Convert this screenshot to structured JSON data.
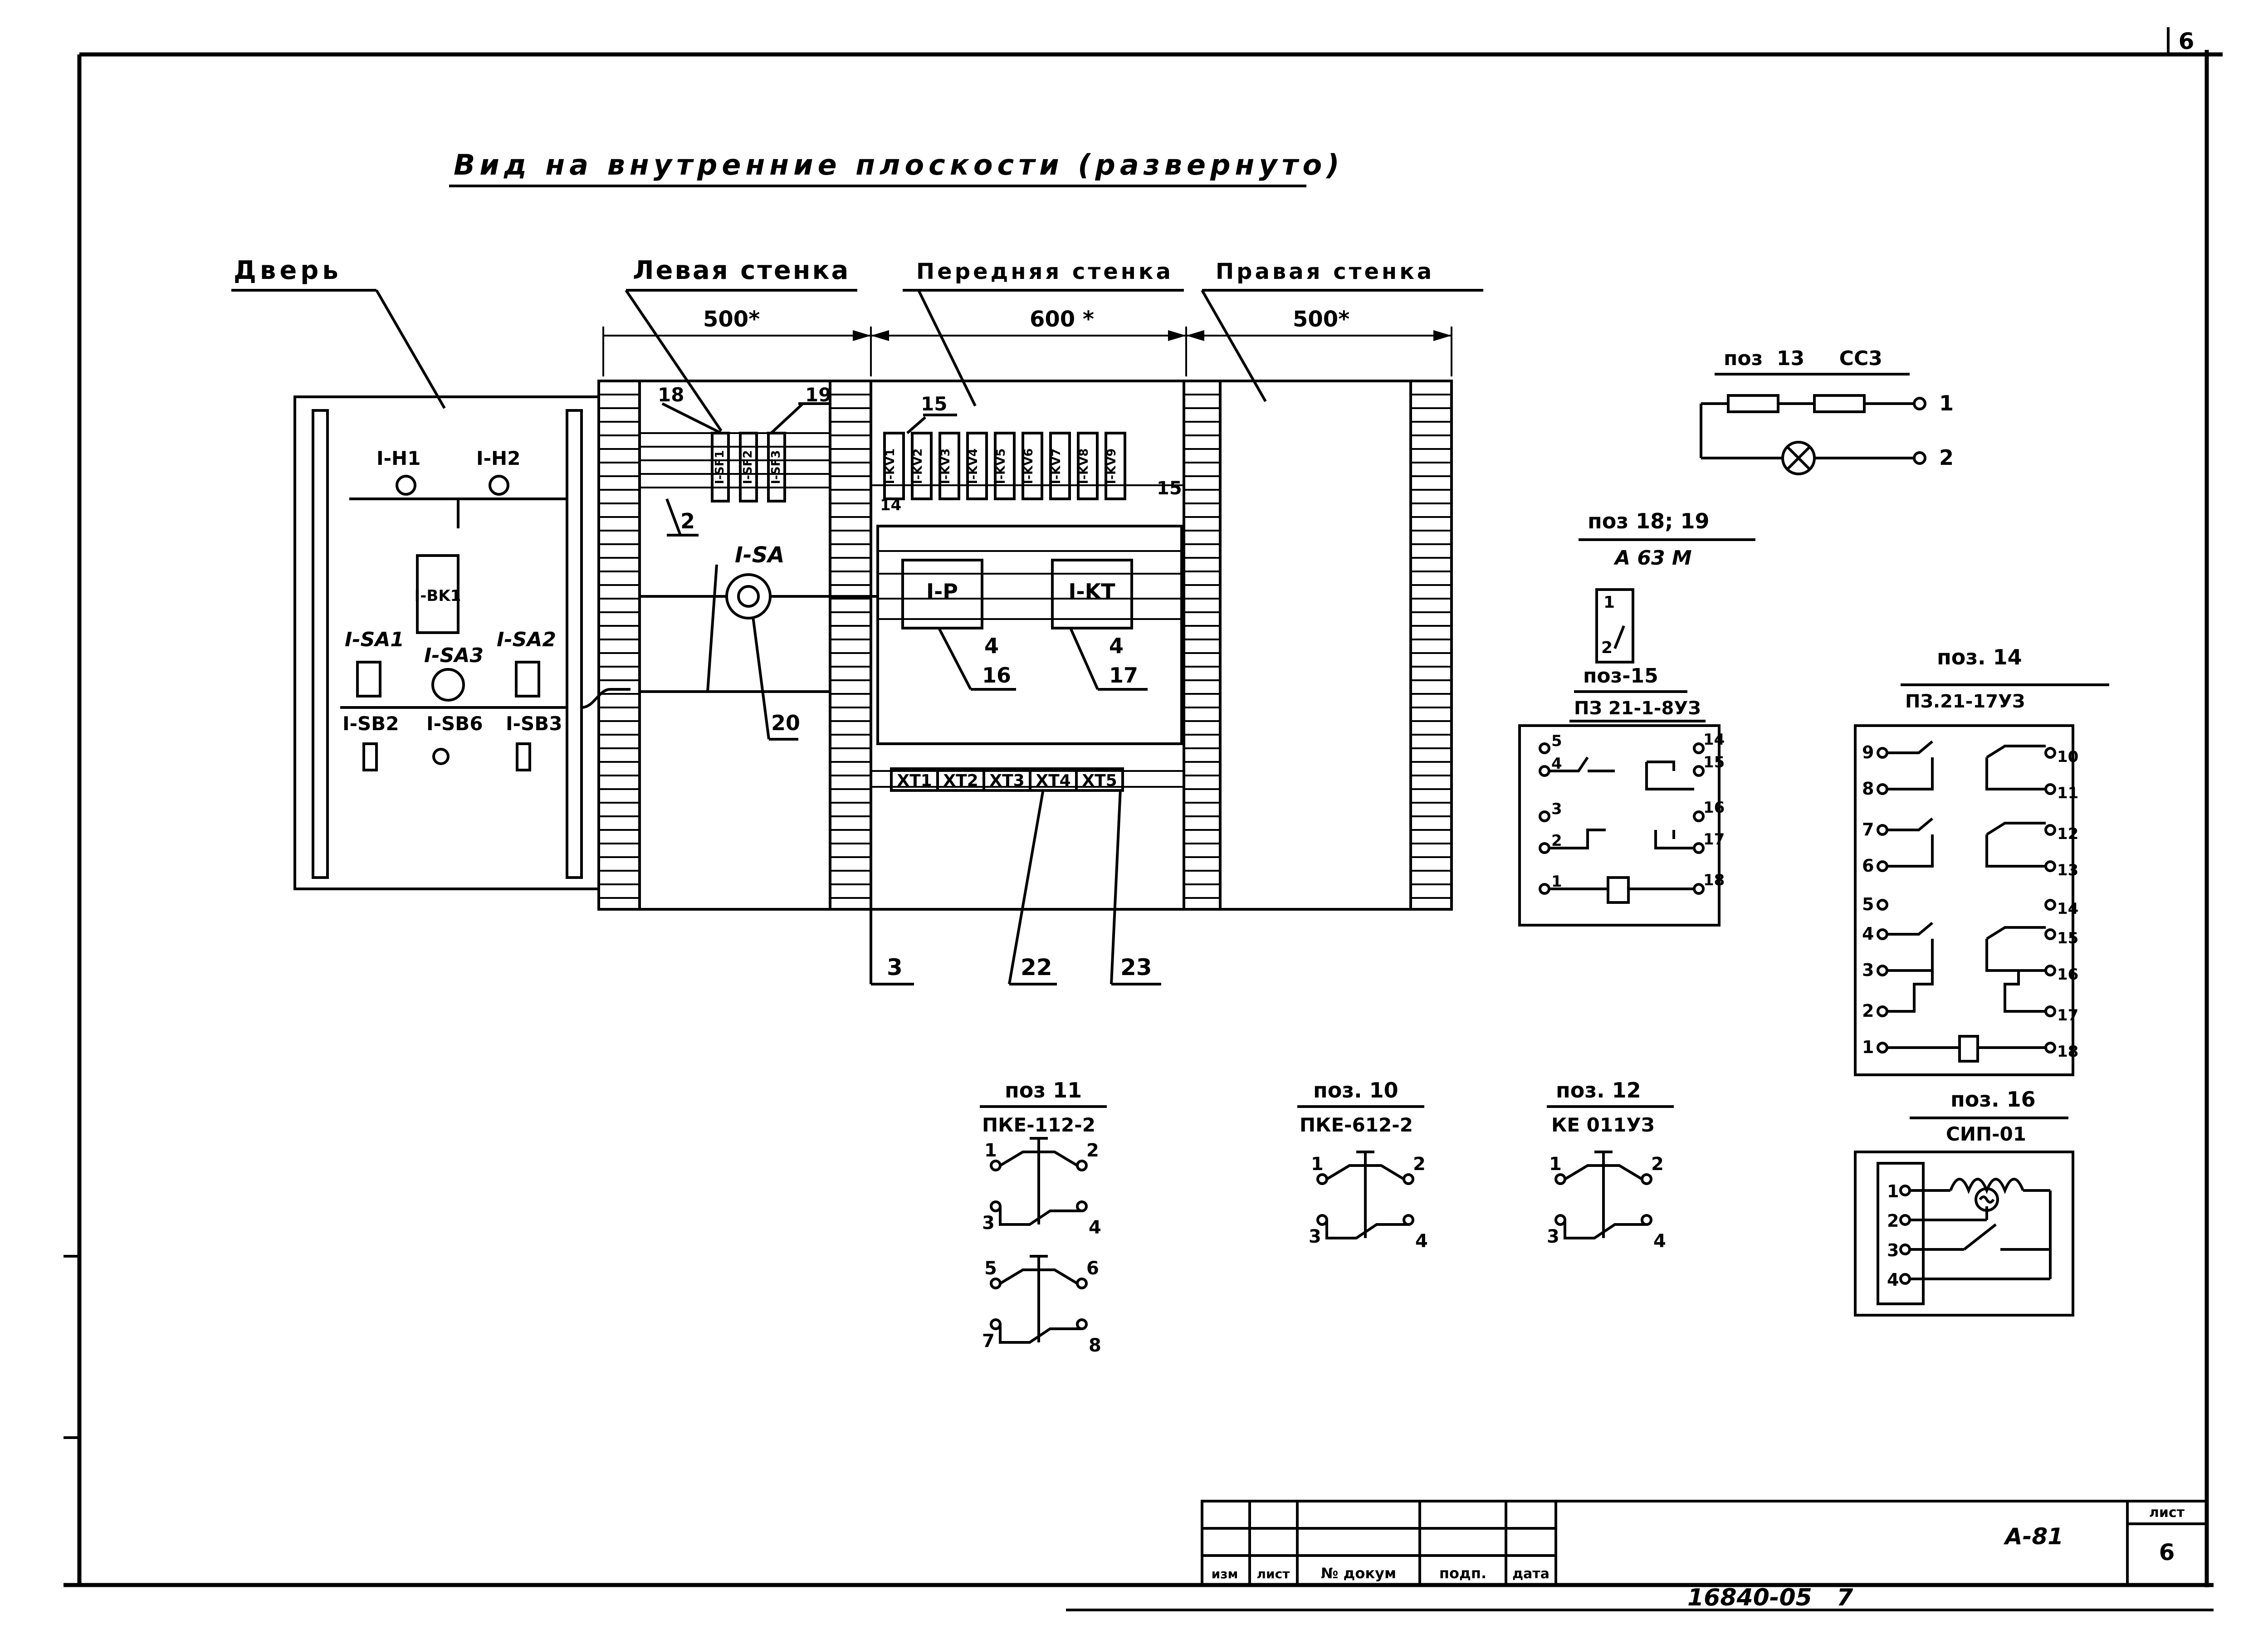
{
  "sheet": {
    "corner_number": "6",
    "title": "Вид на внутренние плоскости (развернуто)",
    "stamp": {
      "headers": [
        "изм",
        "лист",
        "№ докум",
        "подп.",
        "дата"
      ],
      "code": "А-81",
      "sheet_label": "лист",
      "sheet_number": "6"
    },
    "footer_number": "16840-05   7"
  },
  "panels": {
    "door_label": "Дверь",
    "left_wall_label": "Левая стенка",
    "front_wall_label": "Передняя стенка",
    "right_wall_label": "Правая стенка",
    "left_dim": "500*",
    "front_dim": "600 *",
    "right_dim": "500*"
  },
  "door": {
    "h1": "I-H1",
    "h2": "I-H2",
    "bk": "I-BK1",
    "sa1": "I-SA1",
    "sa2": "I-SA2",
    "sa3": "I-SA3",
    "sb2": "I-SB2",
    "sb6": "I-SB6",
    "sb3": "I-SB3"
  },
  "left_wall": {
    "pos18": "18",
    "pos19": "19",
    "pos2": "2",
    "sa": "I-SA",
    "pos20": "20",
    "breakers": [
      "I-SF1",
      "I-SF2",
      "I-SF3"
    ]
  },
  "front_wall": {
    "pos15": "15",
    "pos14": "14",
    "pos15b": "15",
    "relays": [
      "I-KV1",
      "I-KV2",
      "I-KV3",
      "I-KV4",
      "I-KV5",
      "I-KV6",
      "I-KV7",
      "I-KV8",
      "I-KV9"
    ],
    "relay_p": "I-P",
    "relay_kt": "I-KT",
    "num4a": "4",
    "num16": "16",
    "num4b": "4",
    "num17": "17",
    "terminals": [
      "XT1",
      "XT2",
      "XT3",
      "XT4",
      "XT5"
    ],
    "pos3": "3",
    "pos22": "22",
    "pos23": "23"
  },
  "details": {
    "pos13": {
      "title": "поз  13     СС3",
      "t1": "1",
      "t2": "2"
    },
    "pos18_19": {
      "title": "поз 18; 19",
      "sub": "А 63 М",
      "t1": "1",
      "t2": "2"
    },
    "pos15": {
      "title": "поз-15",
      "sub": "ПЗ 21-1-8УЗ",
      "left": [
        "5",
        "4",
        "3",
        "2",
        "1"
      ],
      "right": [
        "14",
        "15",
        "16",
        "17",
        "18"
      ]
    },
    "pos14": {
      "title": "поз. 14",
      "sub": "ПЗ.21-17УЗ",
      "left": [
        "9",
        "8",
        "7",
        "6",
        "5",
        "4",
        "3",
        "2",
        "1"
      ],
      "right": [
        "10",
        "11",
        "12",
        "13",
        "14",
        "15",
        "16",
        "17",
        "18"
      ]
    },
    "pos16": {
      "title": "поз. 16",
      "sub": "СИП-01",
      "terms": [
        "1",
        "2",
        "3",
        "4"
      ]
    },
    "pos11": {
      "title": "поз 11",
      "sub": "ПКЕ-112-2",
      "terms": [
        "1",
        "2",
        "3",
        "4",
        "5",
        "6",
        "7",
        "8"
      ]
    },
    "pos10": {
      "title": "поз. 10",
      "sub": "ПКЕ-612-2",
      "terms": [
        "1",
        "2",
        "3",
        "4"
      ]
    },
    "pos12": {
      "title": "поз. 12",
      "sub": "КЕ 011УЗ",
      "terms": [
        "1",
        "2",
        "3",
        "4"
      ]
    }
  }
}
